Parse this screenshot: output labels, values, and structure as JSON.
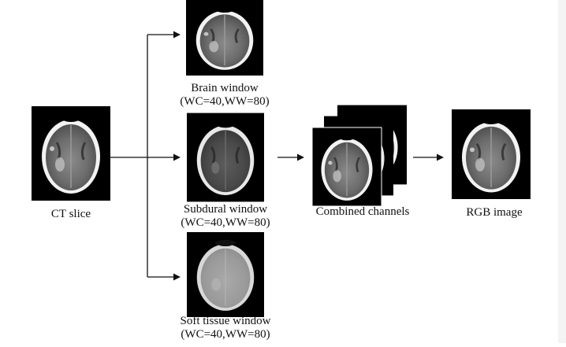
{
  "figure": {
    "input_label": "CT slice",
    "windows": [
      {
        "name": "Brain window",
        "params": "(WC=40,WW=80)"
      },
      {
        "name": "Subdural window",
        "params": "(WC=40,WW=80)"
      },
      {
        "name": "Soft tissue window",
        "params": "(WC=40,WW=80)"
      }
    ],
    "combined_label": "Combined channels",
    "output_label": "RGB image"
  },
  "colors": {
    "background": "#ffffff",
    "frame": "#000000",
    "arrow": "#111111",
    "skull": "#f2f2f2"
  }
}
